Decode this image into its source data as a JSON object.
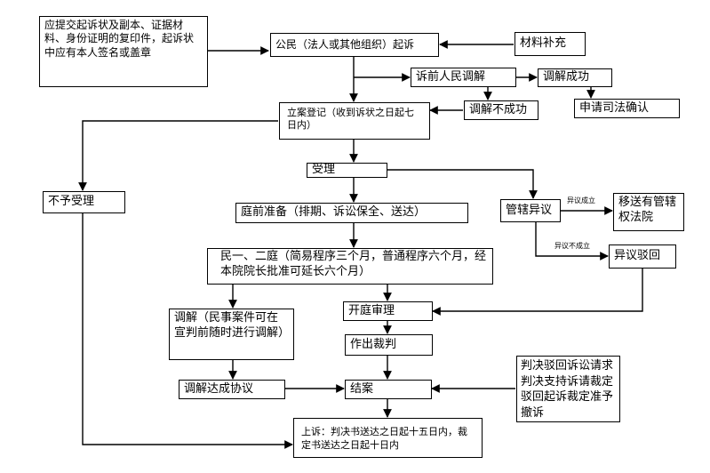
{
  "nodes": {
    "note_materials": "应提交起诉状及副本、证据材料、身份证明的复印件，起诉状中应有本人签名或盖章",
    "plaintiff": "公民（法人或其他组织）起诉",
    "supplement": "材料补充",
    "pre_mediation": "诉前人民调解",
    "mediation_success": "调解成功",
    "mediation_fail": "调解不成功",
    "judicial_confirm": "申请司法确认",
    "register": "立案登记（收到诉状之日起七日内）",
    "accept": "受理",
    "not_accept": "不予受理",
    "pretrial": "庭前准备（排期、诉讼保全、送达）",
    "jurisdiction_objection": "管辖异议",
    "transfer_court": "移送有管辖权法院",
    "objection_rejected": "异议驳回",
    "civil_court": "民一、二庭（简易程序三个月，普通程序六个月，经本院院长批准可延长六个月）",
    "mediation_anytime": "调解（民事案件可在宣判前随时进行调解）",
    "trial": "开庭审理",
    "judgment": "作出裁判",
    "mediation_agreement": "调解达成协议",
    "close_case": "结案",
    "rulings": "判决驳回诉讼请求判决支持诉请裁定驳回起诉裁定准予撤诉",
    "appeal": "上诉：判决书送达之日起十五日内，裁定书送达之日起十日内"
  },
  "edge_labels": {
    "objection_upheld": "异议成立",
    "objection_not_upheld": "异议不成立"
  }
}
